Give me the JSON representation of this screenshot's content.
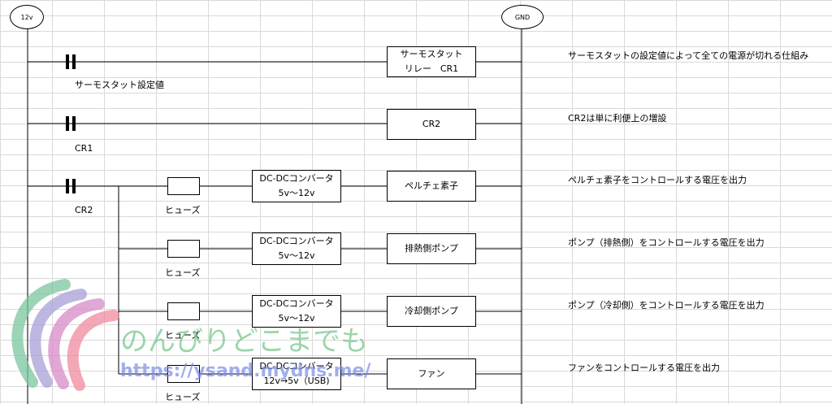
{
  "terminals": {
    "left": "12v",
    "right": "GND"
  },
  "rows": [
    {
      "contact_label": "サーモスタット設定値",
      "load": [
        "サーモスタット",
        "リレー　CR1"
      ],
      "note": "サーモスタットの設定値によって全ての電源が切れる仕組み"
    },
    {
      "contact_label": "CR1",
      "load": [
        "CR2"
      ],
      "note": "CR2は単に利便上の増設"
    },
    {
      "contact_label": "CR2",
      "fuse_label": "ヒューズ",
      "converter": [
        "DC-DCコンバータ",
        "5v～12v"
      ],
      "load": [
        "ペルチェ素子"
      ],
      "note": "ペルチェ素子をコントロールする電圧を出力"
    },
    {
      "fuse_label": "ヒューズ",
      "converter": [
        "DC-DCコンバータ",
        "5v～12v"
      ],
      "load": [
        "排熱側ポンプ"
      ],
      "note": "ポンプ（排熱側）をコントロールする電圧を出力"
    },
    {
      "fuse_label": "ヒューズ",
      "converter": [
        "DC-DCコンバータ",
        "5v～12v"
      ],
      "load": [
        "冷却側ポンプ"
      ],
      "note": "ポンプ（冷却側）をコントロールする電圧を出力"
    },
    {
      "fuse_label": "ヒューズ",
      "converter": [
        "DC-DCコンバータ",
        "12v→5v（USB)"
      ],
      "load": [
        "ファン"
      ],
      "note": "ファンをコントロールする電圧を出力"
    }
  ],
  "watermark": {
    "text": "のんびりどこまでも",
    "url": "https://ysand.mydns.me/"
  }
}
